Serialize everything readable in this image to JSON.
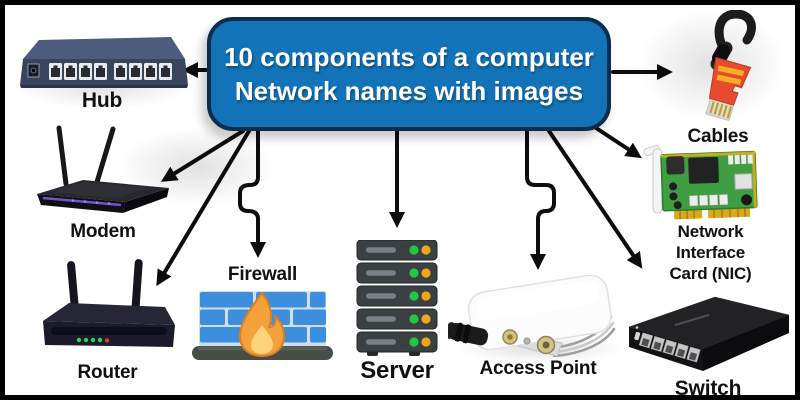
{
  "title": {
    "line1": "10 components of a computer",
    "line2": "Network names with images"
  },
  "components": {
    "hub": {
      "label": "Hub",
      "icon": "hub-icon"
    },
    "modem": {
      "label": "Modem",
      "icon": "modem-icon"
    },
    "router": {
      "label": "Router",
      "icon": "router-icon"
    },
    "firewall": {
      "label": "Firewall",
      "icon": "firewall-icon"
    },
    "server": {
      "label": "Server",
      "icon": "server-icon"
    },
    "access_point": {
      "label": "Access Point",
      "icon": "access-point-icon"
    },
    "switch": {
      "label": "Switch",
      "icon": "switch-icon"
    },
    "nic": {
      "label_line1": "Network Interface",
      "label_line2": "Card (NIC)",
      "icon": "nic-icon"
    },
    "cables": {
      "label": "Cables",
      "icon": "cables-icon"
    }
  },
  "colors": {
    "background": "#ffffff",
    "frame": "#000000",
    "title_bg": "#1273b8",
    "title_border": "#0e2d4e",
    "title_text": "#ffffff",
    "arrow": "#0d0d0d",
    "label_text": "#111111",
    "firewall_brick_blue": "#3e8ede",
    "flame_orange": "#f5a13b",
    "flame_inner_yellow": "#fdd27d",
    "server_led_green": "#22c742",
    "server_led_amber": "#f1a51c",
    "nic_board_green": "#3f9e42",
    "gold_contacts": "#d9a91d",
    "cable_connector_red": "#e84a2d",
    "hub_body_navy": "#39445f"
  }
}
